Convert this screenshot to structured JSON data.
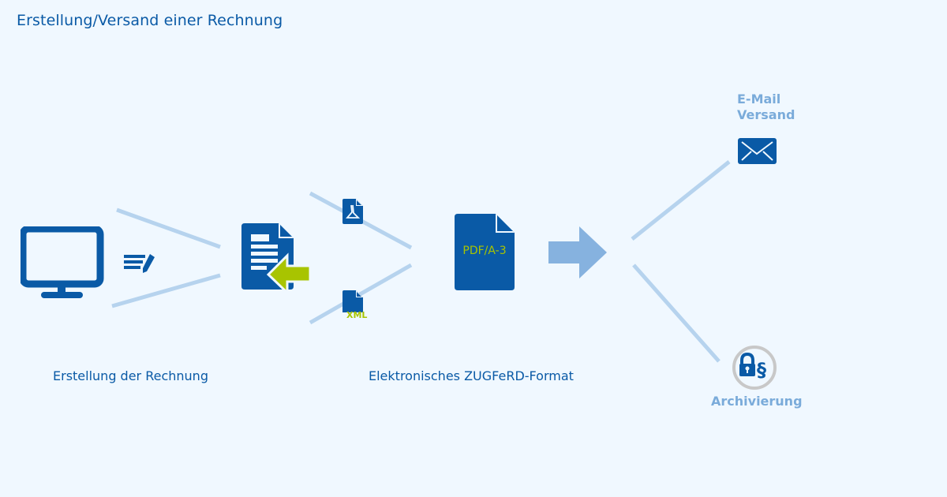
{
  "title": "Erstellung/Versand einer Rechnung",
  "steps": {
    "creation": {
      "label": "Erstellung der Rechnung"
    },
    "format": {
      "label": "Elektronisches ZUGFeRD-Format",
      "document_text": "PDF/A-3",
      "xml_text": "XML"
    },
    "email": {
      "label_line1": "E-Mail",
      "label_line2": "Versand"
    },
    "archive": {
      "label": "Archivierung"
    }
  },
  "colors": {
    "primary": "#0a5aa6",
    "light_blue": "#7aabda",
    "connector": "#b6d3ee",
    "accent_green": "#a8c400",
    "arrow": "#86b2df",
    "background": "#f0f8ff"
  }
}
